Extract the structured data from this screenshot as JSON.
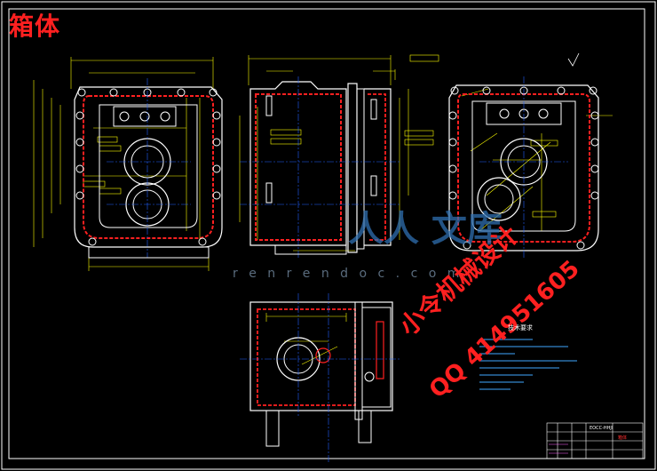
{
  "drawing": {
    "title": "箱体",
    "notes_title": "技术要求",
    "titleblock_code": "EOCC-HHJI",
    "titleblock_part": "箱体"
  },
  "watermarks": {
    "url": "r e n r e n d o c . c o m",
    "brand": "人人 文库",
    "seller": "小令机械设计",
    "qq": "QQ 414951605"
  },
  "colors": {
    "background": "#000000",
    "outline": "#ffffff",
    "hidden_lines": "#ff2020",
    "dimensions": "#ffff00",
    "centerlines": "#2060ff",
    "title": "#ff2020"
  }
}
